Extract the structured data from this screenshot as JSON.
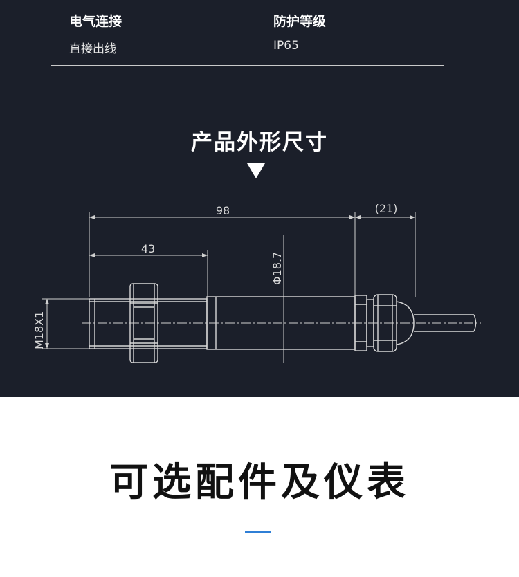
{
  "specs": {
    "label_left": "电气连接",
    "value_left": "直接出线",
    "label_right": "防护等级",
    "value_right": "IP65"
  },
  "section_title": "产品外形尺寸",
  "drawing": {
    "dim_total": "98",
    "dim_cable": "(21)",
    "dim_thread_length": "43",
    "dim_diameter": "Φ18.7",
    "dim_thread": "M18X1"
  },
  "bottom_title": "可选配件及仪表",
  "colors": {
    "dark_bg": "#1b1f2a",
    "accent": "#2f7fd6"
  }
}
